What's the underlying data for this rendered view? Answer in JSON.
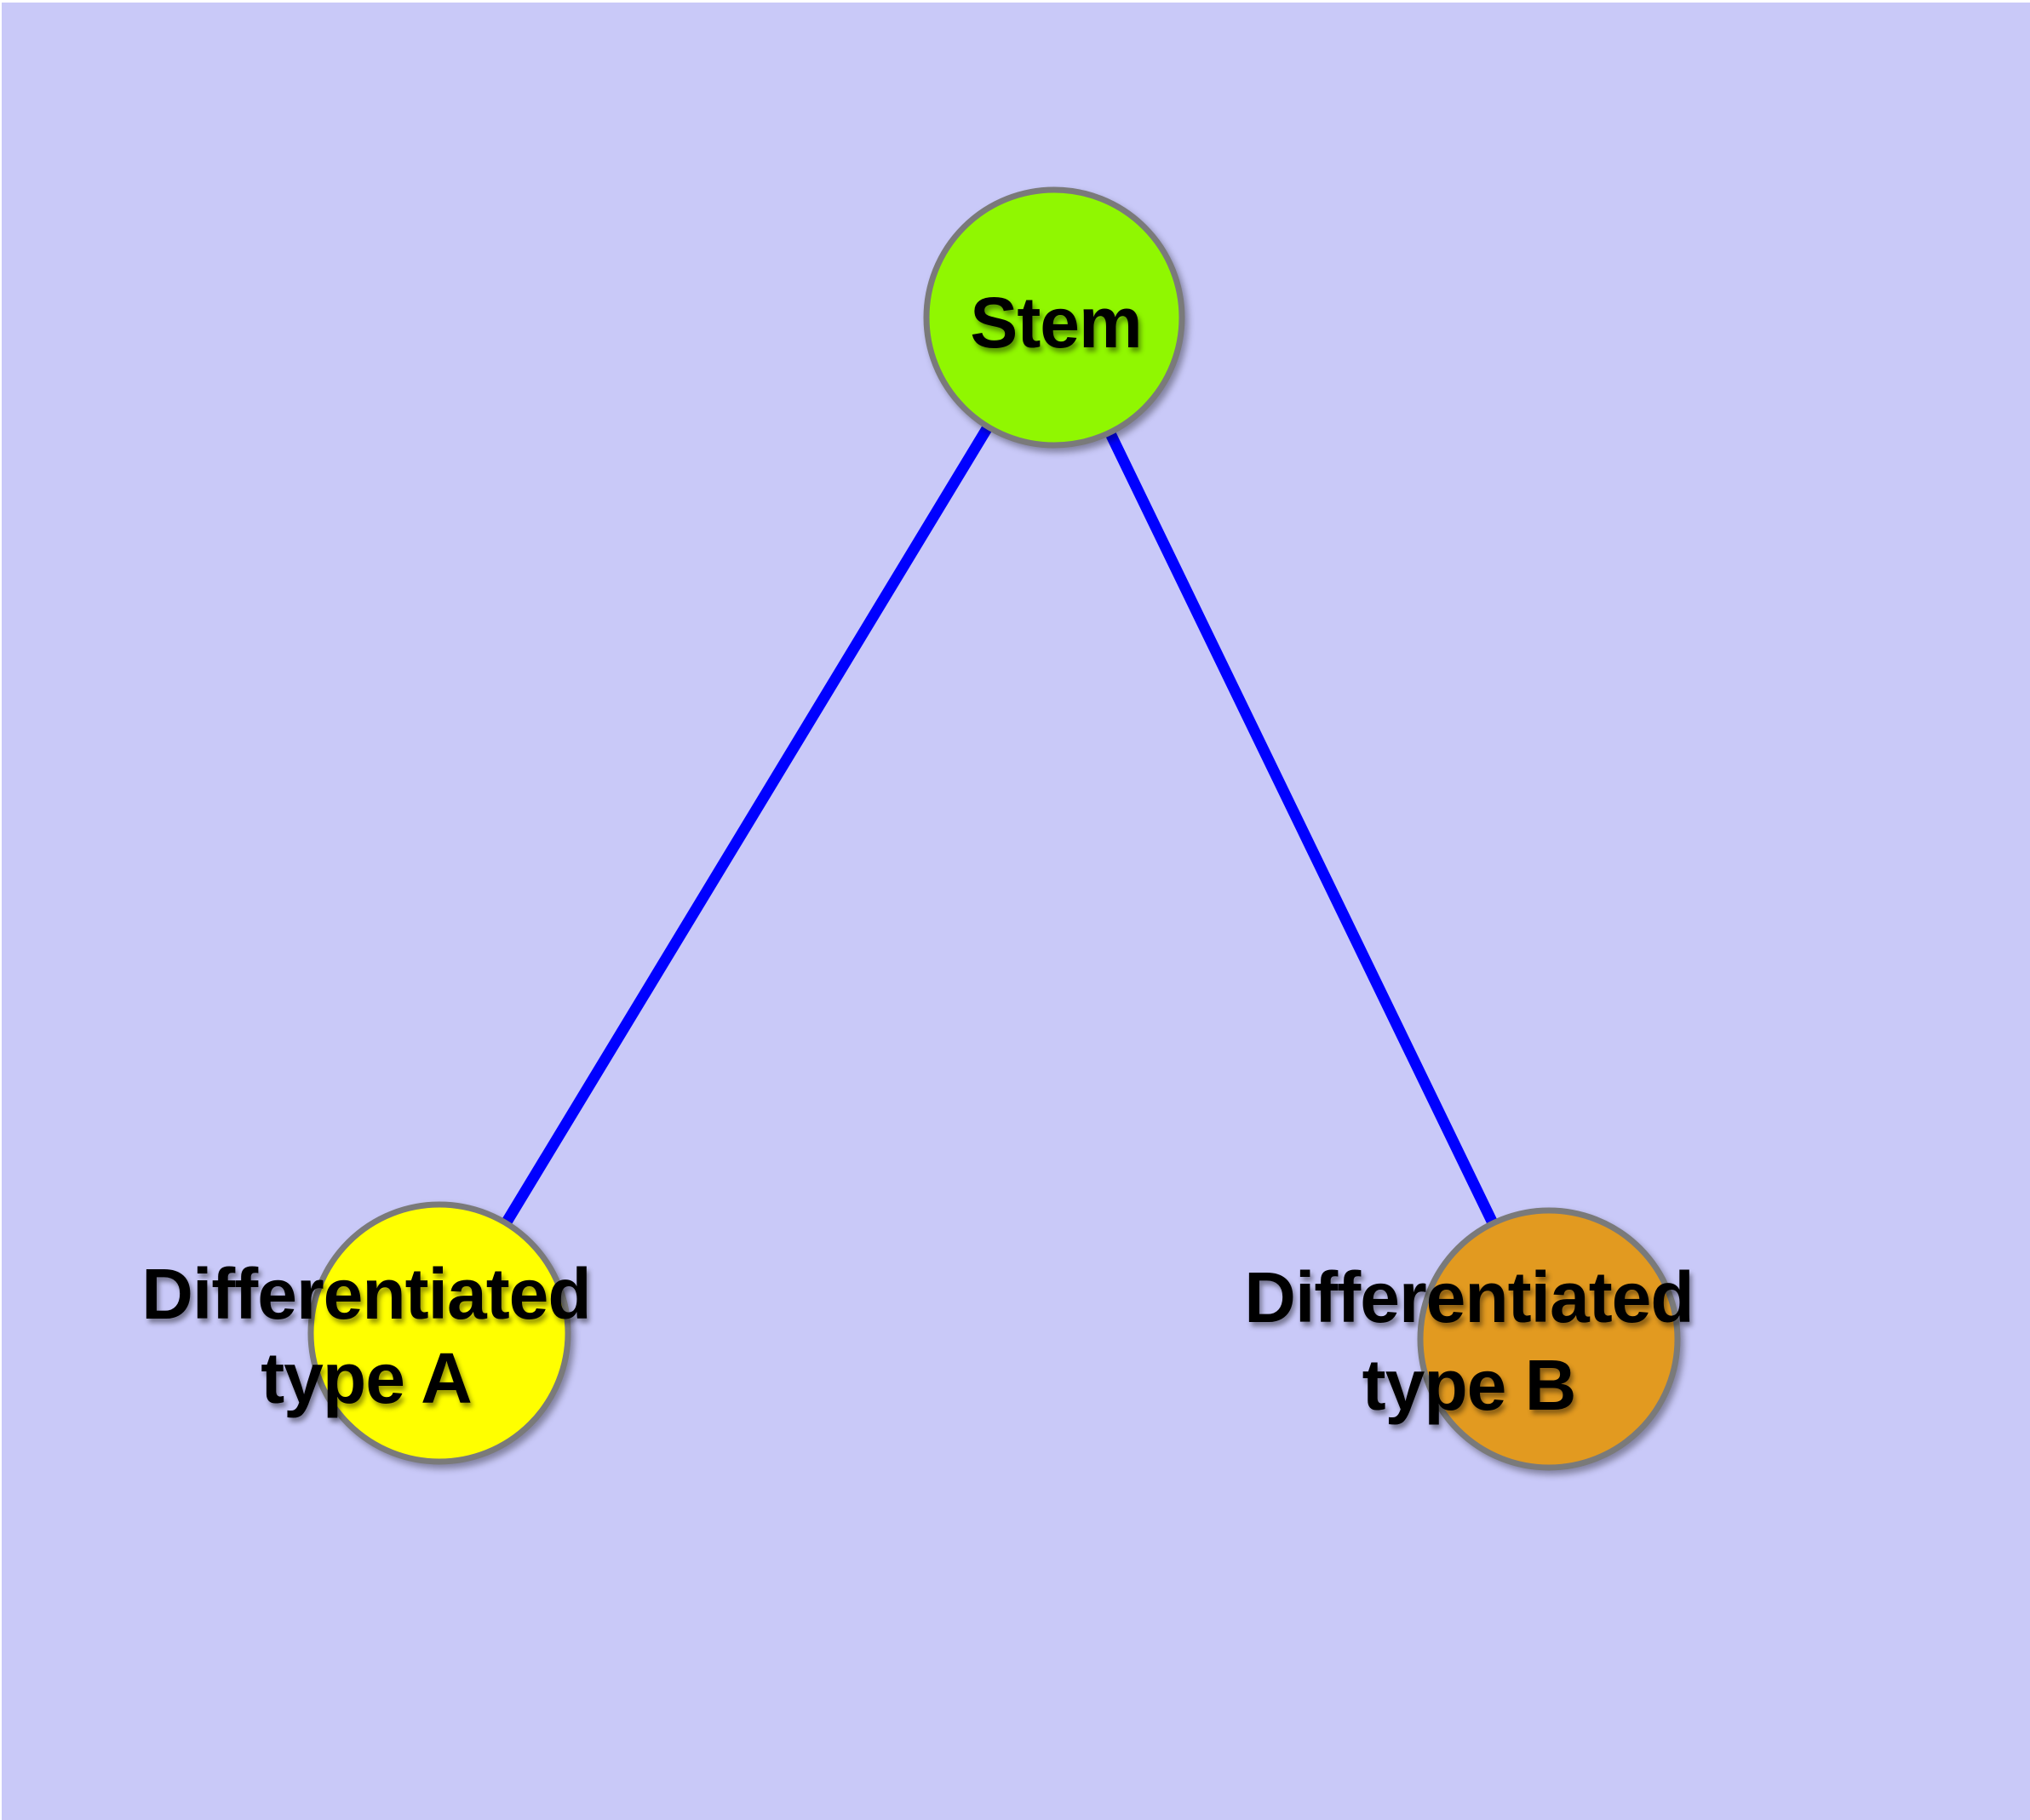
{
  "figure": {
    "background_color": "#C9C9F8"
  },
  "graph": {
    "type": "node-link-diagram",
    "edge_color": "#0000FF",
    "node_border_color": "#7A7A7A",
    "label_color": "#000000",
    "nodes": [
      {
        "id": "stem",
        "label": "Stem",
        "fill_color": "#90F701"
      },
      {
        "id": "differentiated-type-a",
        "label": "Differentiated type A",
        "label_line1": "Differentiated",
        "label_line2": "type A",
        "fill_color": "#FFFF00"
      },
      {
        "id": "differentiated-type-b",
        "label": "Differentiated type B",
        "label_line1": "Differentiated",
        "label_line2": "type B",
        "fill_color": "#E29A20"
      }
    ],
    "edges": [
      {
        "from": "stem",
        "to": "differentiated-type-a"
      },
      {
        "from": "stem",
        "to": "differentiated-type-b"
      }
    ]
  }
}
